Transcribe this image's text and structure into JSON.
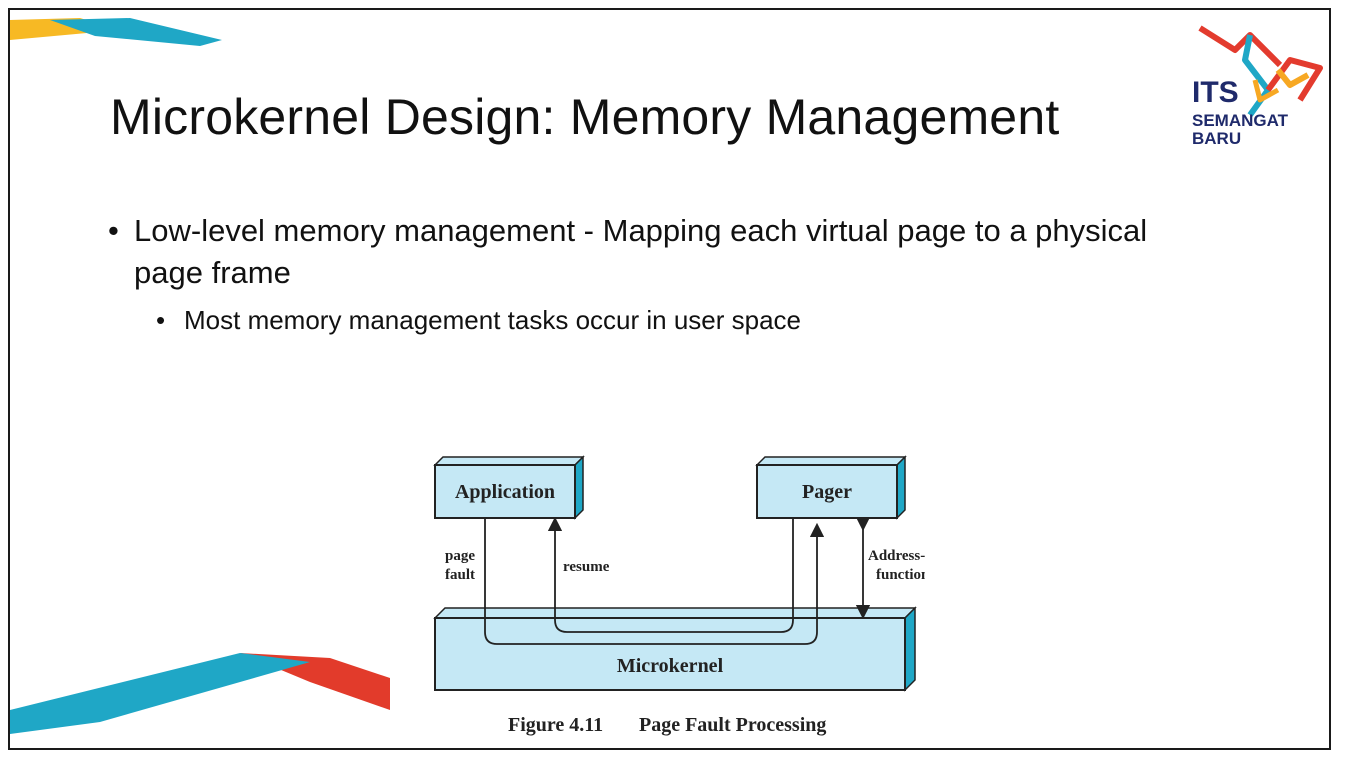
{
  "slide": {
    "title": "Microkernel Design: Memory Management",
    "bullets": [
      {
        "text": "Low-level memory management - Mapping each virtual page to a physical page frame",
        "sub": [
          "Most memory management tasks occur in user space"
        ]
      }
    ],
    "bullet_glyph": "•"
  },
  "logo": {
    "line1": "ITS",
    "line2": "SEMANGAT",
    "line3": "BARU",
    "colors": [
      "#e33b2e",
      "#f7a823",
      "#1fa7c6",
      "#1f2a6b"
    ]
  },
  "diagram": {
    "boxes": {
      "application": "Application",
      "pager": "Pager",
      "microkernel": "Microkernel"
    },
    "labels": {
      "page_fault_1": "page",
      "page_fault_2": "fault",
      "resume": "resume",
      "address_space_1": "Address-space",
      "address_space_2": "function call"
    },
    "caption_number": "Figure 4.11",
    "caption_title": "Page Fault Processing",
    "box_fill": "#c5e8f5",
    "box_side": "#1fa7c6"
  },
  "decor": {
    "yellow": "#f7b924",
    "cyan": "#1fa7c6",
    "red": "#e23b2b"
  }
}
